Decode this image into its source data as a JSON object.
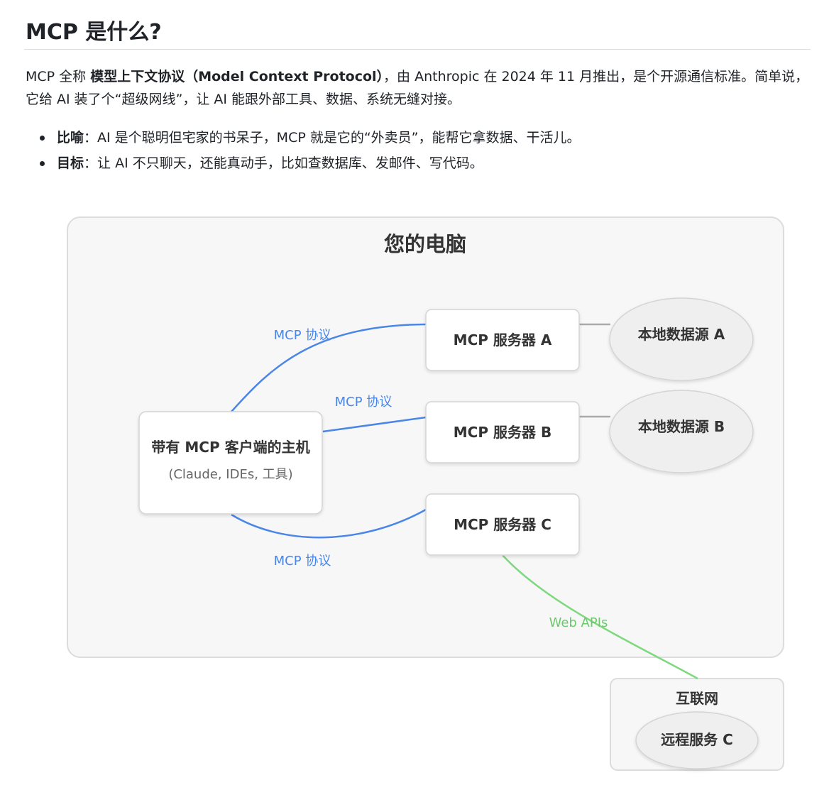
{
  "heading": "MCP 是什么?",
  "intro": {
    "prefix": "MCP 全称 ",
    "term": "模型上下文协议（Model Context Protocol）",
    "suffix": "，由 Anthropic 在 2024 年 11 月推出，是个开源通信标准。简单说，它给 AI 装了个“超级网线”，让 AI 能跟外部工具、数据、系统无缝对接。"
  },
  "bullets": [
    {
      "label": "比喻",
      "sep": "：",
      "text": "AI 是个聪明但宅家的书呆子，MCP 就是它的“外卖员”，能帮它拿数据、干活儿。"
    },
    {
      "label": "目标",
      "sep": "：",
      "text": "让 AI 不只聊天，还能真动手，比如查数据库、发邮件、写代码。"
    }
  ],
  "diagram": {
    "computer_title": "您的电脑",
    "host": {
      "title": "带有 MCP 客户端的主机",
      "subtitle": "(Claude, IDEs, 工具)"
    },
    "servers": [
      "MCP 服务器 A",
      "MCP 服务器 B",
      "MCP 服务器 C"
    ],
    "datasources": [
      "本地数据源 A",
      "本地数据源 B"
    ],
    "protocol_labels": [
      "MCP 协议",
      "MCP 协议",
      "MCP 协议"
    ],
    "web_label": "Web APIs",
    "internet_title": "互联网",
    "remote": "远程服务 C",
    "colors": {
      "protocol": "#4a86e8",
      "web": "#7ed87e",
      "connector": "#aaaaaa"
    }
  }
}
